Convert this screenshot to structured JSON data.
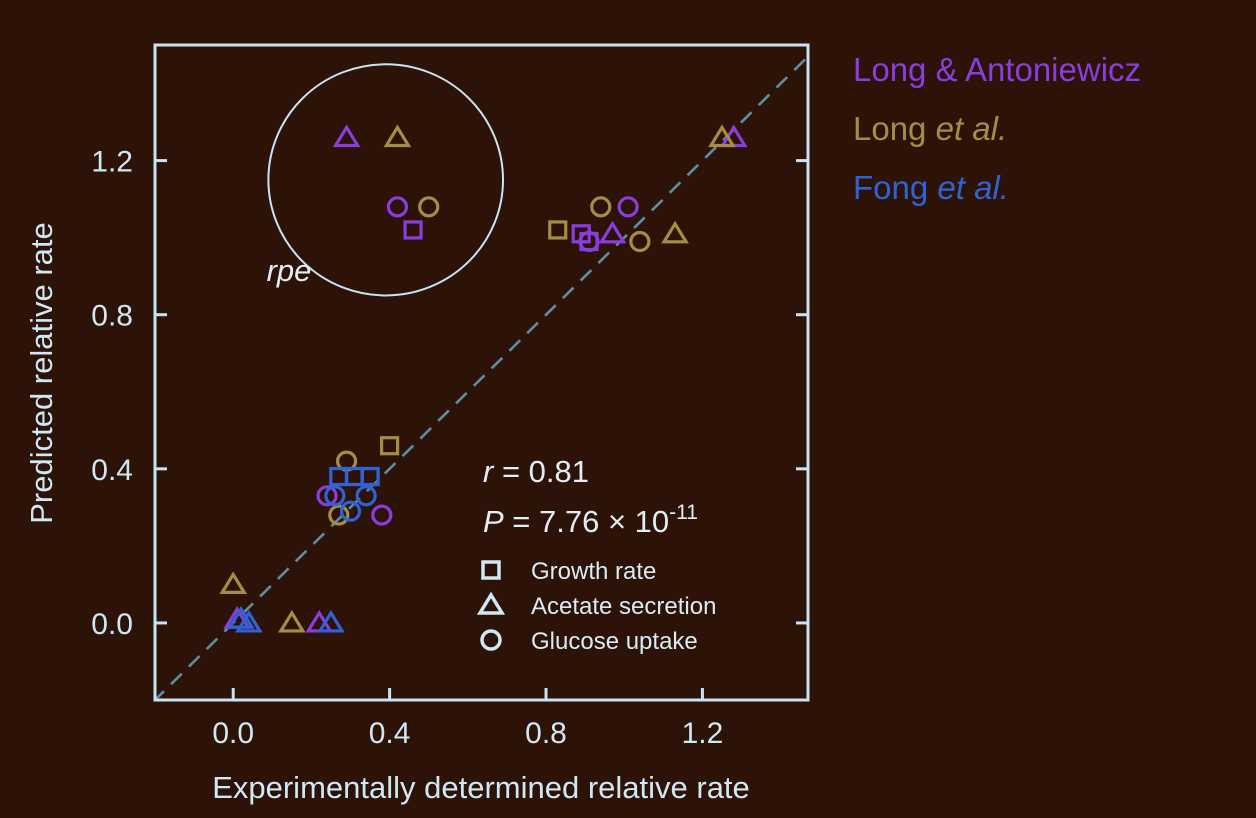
{
  "chart_data": {
    "type": "scatter",
    "xlabel": "Experimentally determined relative rate",
    "ylabel": "Predicted relative rate",
    "xlim": [
      -0.2,
      1.47
    ],
    "ylim": [
      -0.2,
      1.5
    ],
    "xticks": [
      {
        "value": 0.0,
        "label": "0.0"
      },
      {
        "value": 0.4,
        "label": "0.4"
      },
      {
        "value": 0.8,
        "label": "0.8"
      },
      {
        "value": 1.2,
        "label": "1.2"
      }
    ],
    "yticks": [
      {
        "value": 0.0,
        "label": "0.0"
      },
      {
        "value": 0.4,
        "label": "0.4"
      },
      {
        "value": 0.8,
        "label": "0.8"
      },
      {
        "value": 1.2,
        "label": "1.2"
      }
    ],
    "identity_line": true,
    "stats": {
      "r_symbol": "r",
      "r_text": " = 0.81",
      "p_symbol": "P",
      "p_text": " = 7.76 × 10",
      "p_exponent": "-11"
    },
    "marker_legend": [
      {
        "marker": "square",
        "label": "Growth rate"
      },
      {
        "marker": "triangle",
        "label": "Acetate secretion"
      },
      {
        "marker": "circle",
        "label": "Glucose uptake"
      }
    ],
    "source_legend": [
      {
        "name": "Long & Antoniewicz",
        "italic": "",
        "color": "#8a3ddf"
      },
      {
        "name": "Long ",
        "italic": "et al.",
        "color": "#a58d45"
      },
      {
        "name": "Fong ",
        "italic": "et al.",
        "color": "#2f63d3"
      }
    ],
    "annotation": {
      "label": "rpe",
      "center": [
        0.39,
        1.15
      ],
      "radius": 0.3
    },
    "series": [
      {
        "name": "Long & Antoniewicz",
        "color": "#8a3ddf",
        "points": [
          {
            "x": 0.29,
            "y": 1.26,
            "m": "triangle"
          },
          {
            "x": 0.42,
            "y": 1.08,
            "m": "circle"
          },
          {
            "x": 0.46,
            "y": 1.02,
            "m": "square"
          },
          {
            "x": 1.28,
            "y": 1.26,
            "m": "triangle"
          },
          {
            "x": 1.01,
            "y": 1.08,
            "m": "circle"
          },
          {
            "x": 0.89,
            "y": 1.01,
            "m": "square"
          },
          {
            "x": 0.97,
            "y": 1.01,
            "m": "triangle"
          },
          {
            "x": 0.91,
            "y": 0.99,
            "m": "square"
          },
          {
            "x": 0.91,
            "y": 0.99,
            "m": "circle"
          },
          {
            "x": 0.35,
            "y": 0.38,
            "m": "square"
          },
          {
            "x": 0.24,
            "y": 0.33,
            "m": "circle"
          },
          {
            "x": 0.38,
            "y": 0.28,
            "m": "circle"
          },
          {
            "x": 0.01,
            "y": 0.01,
            "m": "triangle"
          },
          {
            "x": 0.22,
            "y": 0.0,
            "m": "triangle"
          }
        ]
      },
      {
        "name": "Long et al.",
        "color": "#a58d45",
        "points": [
          {
            "x": 0.42,
            "y": 1.26,
            "m": "triangle"
          },
          {
            "x": 0.5,
            "y": 1.08,
            "m": "circle"
          },
          {
            "x": 1.25,
            "y": 1.26,
            "m": "triangle"
          },
          {
            "x": 0.83,
            "y": 1.02,
            "m": "square"
          },
          {
            "x": 0.94,
            "y": 1.08,
            "m": "circle"
          },
          {
            "x": 1.04,
            "y": 0.99,
            "m": "circle"
          },
          {
            "x": 1.13,
            "y": 1.01,
            "m": "triangle"
          },
          {
            "x": 0.4,
            "y": 0.46,
            "m": "square"
          },
          {
            "x": 0.29,
            "y": 0.42,
            "m": "circle"
          },
          {
            "x": 0.27,
            "y": 0.28,
            "m": "circle"
          },
          {
            "x": 0.0,
            "y": 0.1,
            "m": "triangle"
          },
          {
            "x": 0.15,
            "y": 0.0,
            "m": "triangle"
          }
        ]
      },
      {
        "name": "Fong et al.",
        "color": "#2f63d3",
        "points": [
          {
            "x": 0.27,
            "y": 0.38,
            "m": "square"
          },
          {
            "x": 0.31,
            "y": 0.38,
            "m": "square"
          },
          {
            "x": 0.35,
            "y": 0.38,
            "m": "square"
          },
          {
            "x": 0.26,
            "y": 0.33,
            "m": "circle"
          },
          {
            "x": 0.34,
            "y": 0.33,
            "m": "circle"
          },
          {
            "x": 0.3,
            "y": 0.29,
            "m": "circle"
          },
          {
            "x": 0.02,
            "y": 0.01,
            "m": "triangle"
          },
          {
            "x": 0.04,
            "y": 0.0,
            "m": "triangle"
          },
          {
            "x": 0.25,
            "y": 0.0,
            "m": "triangle"
          }
        ]
      }
    ]
  }
}
